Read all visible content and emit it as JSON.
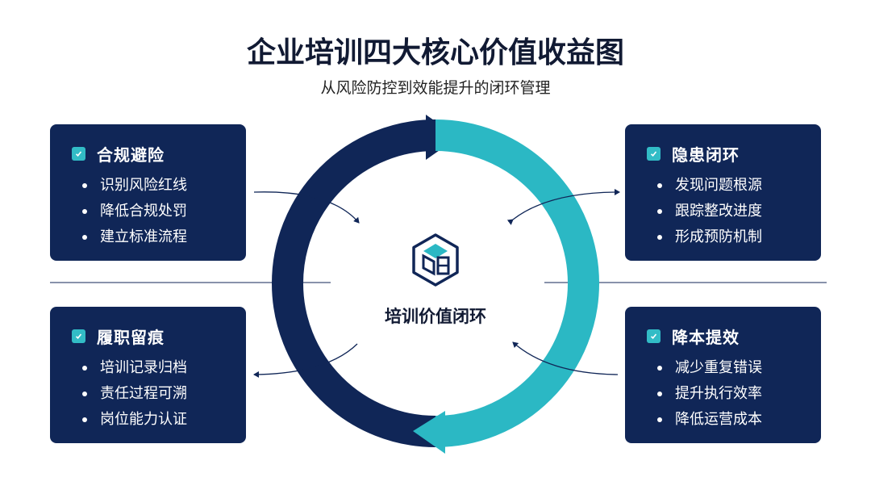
{
  "title": "企业培训四大核心价值收益图",
  "subtitle": "从风险防控到效能提升的闭环管理",
  "center": {
    "label": "培训价值闭环",
    "icon": "cube-icon"
  },
  "colors": {
    "navy": "#102657",
    "teal": "#2bb8c4",
    "card": "#102657",
    "text": "#111a33"
  },
  "cards": [
    {
      "title": "合规避险",
      "items": [
        "识别风险红线",
        "降低合规处罚",
        "建立标准流程"
      ]
    },
    {
      "title": "隐患闭环",
      "items": [
        "发现问题根源",
        "跟踪整改进度",
        "形成预防机制"
      ]
    },
    {
      "title": "履职留痕",
      "items": [
        "培训记录归档",
        "责任过程可溯",
        "岗位能力认证"
      ]
    },
    {
      "title": "降本提效",
      "items": [
        "减少重复错误",
        "提升执行效率",
        "降低运营成本"
      ]
    }
  ]
}
